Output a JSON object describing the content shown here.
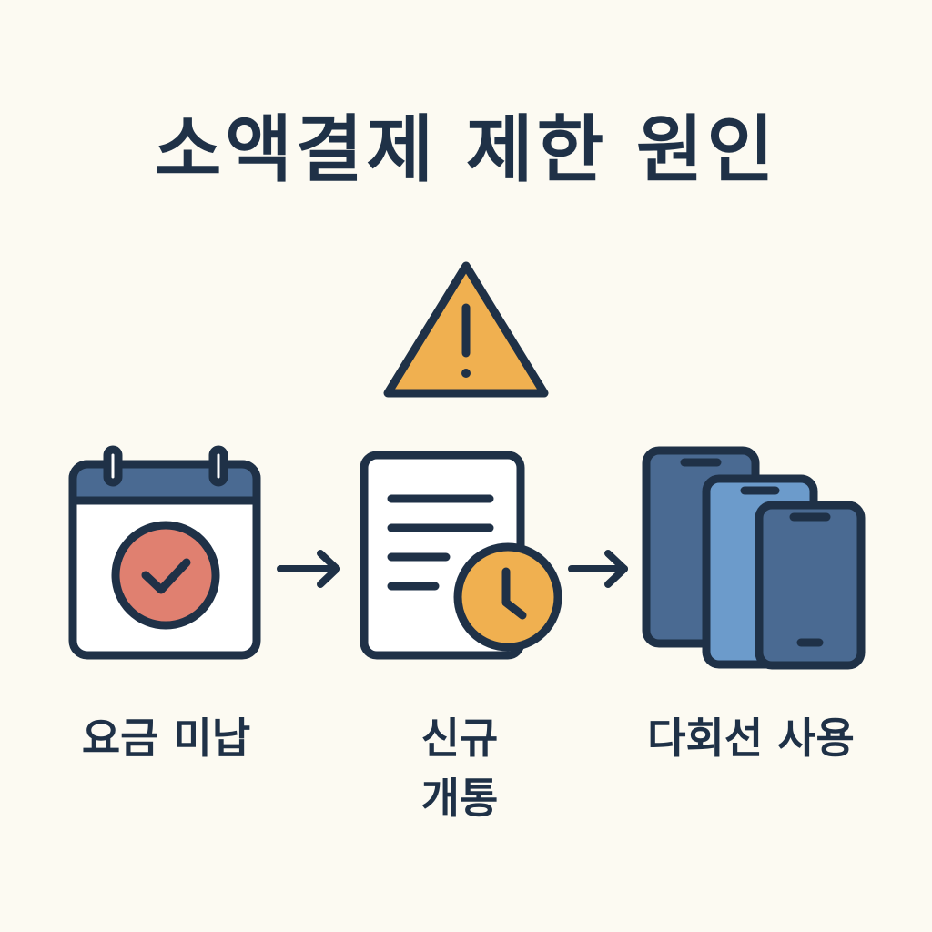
{
  "title": "소액결제 제한 원인",
  "steps": [
    {
      "label": "요금 미납",
      "icon": "calendar-check-icon"
    },
    {
      "label_lines": [
        "신규",
        "개통"
      ],
      "icon": "document-clock-icon"
    },
    {
      "label": "다회선 사용",
      "icon": "multiple-phones-icon"
    }
  ],
  "colors": {
    "navy": "#1f3147",
    "orange": "#f0b050",
    "red": "#e08070",
    "blue_dark": "#4a6a92",
    "blue_light": "#6c9bcb",
    "background": "#fcfaf2"
  }
}
